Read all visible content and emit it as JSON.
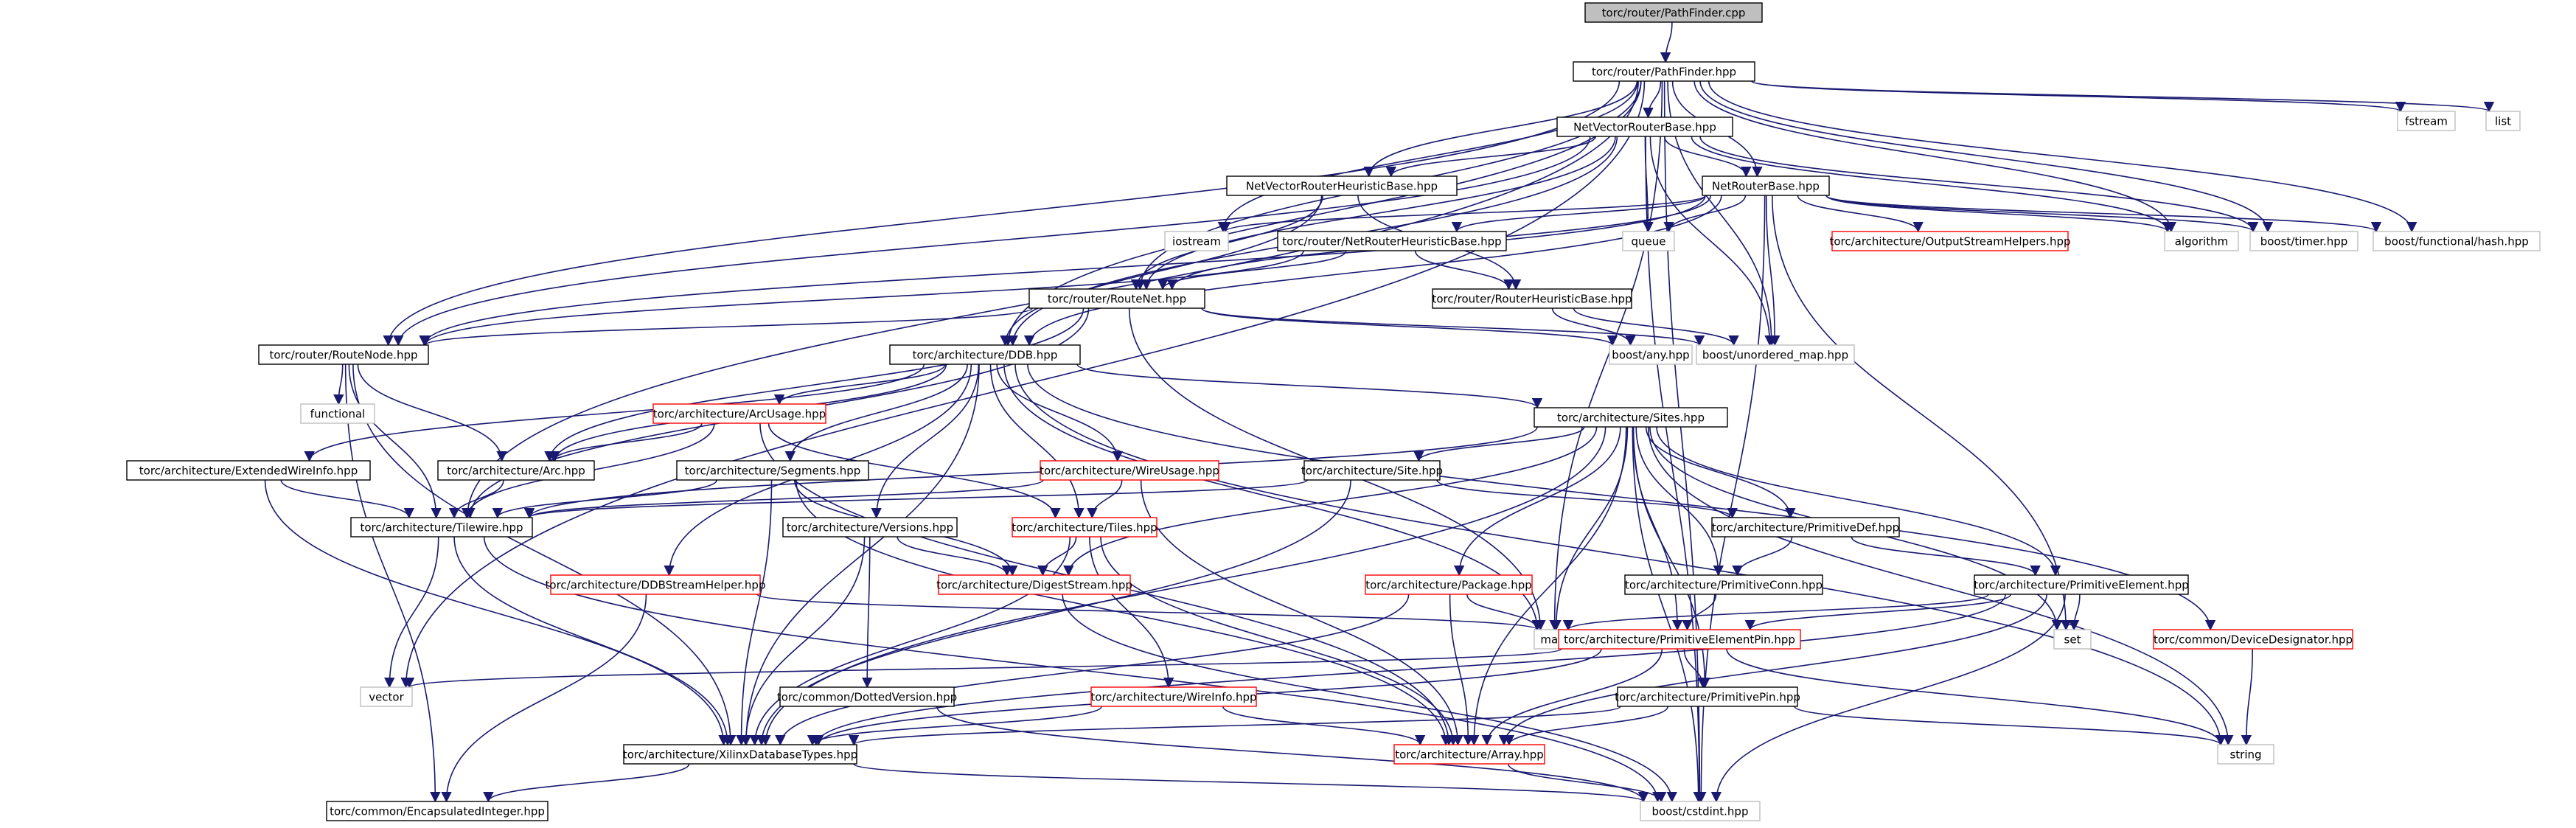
{
  "colors": {
    "edge": "#191970",
    "border_documented": "#000000",
    "border_undocumented": "#ff0000",
    "border_external": "#bfbfbf",
    "fill_root": "#bfbfbf",
    "fill_node": "#ffffff",
    "text": "#000000"
  },
  "nodes": [
    {
      "id": "root",
      "label": "torc/router/PathFinder.cpp",
      "kind": "root"
    },
    {
      "id": "pathfinder",
      "label": "torc/router/PathFinder.hpp",
      "kind": "doc"
    },
    {
      "id": "fstream",
      "label": "fstream",
      "kind": "ext"
    },
    {
      "id": "list",
      "label": "list",
      "kind": "ext"
    },
    {
      "id": "nvrb",
      "label": "NetVectorRouterBase.hpp",
      "kind": "doc"
    },
    {
      "id": "nvrhb",
      "label": "NetVectorRouterHeuristicBase.hpp",
      "kind": "doc"
    },
    {
      "id": "nrb",
      "label": "NetRouterBase.hpp",
      "kind": "doc"
    },
    {
      "id": "iostream",
      "label": "iostream",
      "kind": "ext"
    },
    {
      "id": "queue",
      "label": "queue",
      "kind": "ext"
    },
    {
      "id": "algorithm",
      "label": "algorithm",
      "kind": "ext"
    },
    {
      "id": "btimer",
      "label": "boost/timer.hpp",
      "kind": "ext"
    },
    {
      "id": "bhash",
      "label": "boost/functional/hash.hpp",
      "kind": "ext"
    },
    {
      "id": "osh",
      "label": "torc/architecture/OutputStreamHelpers.hpp",
      "kind": "undoc"
    },
    {
      "id": "nrhb",
      "label": "torc/router/NetRouterHeuristicBase.hpp",
      "kind": "doc"
    },
    {
      "id": "routenet",
      "label": "torc/router/RouteNet.hpp",
      "kind": "doc"
    },
    {
      "id": "rhb",
      "label": "torc/router/RouterHeuristicBase.hpp",
      "kind": "doc"
    },
    {
      "id": "bany",
      "label": "boost/any.hpp",
      "kind": "ext"
    },
    {
      "id": "bumap",
      "label": "boost/unordered_map.hpp",
      "kind": "ext"
    },
    {
      "id": "routenode",
      "label": "torc/router/RouteNode.hpp",
      "kind": "doc"
    },
    {
      "id": "ddb",
      "label": "torc/architecture/DDB.hpp",
      "kind": "doc"
    },
    {
      "id": "functional",
      "label": "functional",
      "kind": "ext"
    },
    {
      "id": "sites",
      "label": "torc/architecture/Sites.hpp",
      "kind": "doc"
    },
    {
      "id": "arcusage",
      "label": "torc/architecture/ArcUsage.hpp",
      "kind": "undoc"
    },
    {
      "id": "ewi",
      "label": "torc/architecture/ExtendedWireInfo.hpp",
      "kind": "doc"
    },
    {
      "id": "arc",
      "label": "torc/architecture/Arc.hpp",
      "kind": "doc"
    },
    {
      "id": "segments",
      "label": "torc/architecture/Segments.hpp",
      "kind": "doc"
    },
    {
      "id": "wireusage",
      "label": "torc/architecture/WireUsage.hpp",
      "kind": "undoc"
    },
    {
      "id": "site",
      "label": "torc/architecture/Site.hpp",
      "kind": "doc"
    },
    {
      "id": "tilewire",
      "label": "torc/architecture/Tilewire.hpp",
      "kind": "doc"
    },
    {
      "id": "versions",
      "label": "torc/architecture/Versions.hpp",
      "kind": "doc"
    },
    {
      "id": "tiles",
      "label": "torc/architecture/Tiles.hpp",
      "kind": "undoc"
    },
    {
      "id": "primdef",
      "label": "torc/architecture/PrimitiveDef.hpp",
      "kind": "doc"
    },
    {
      "id": "ddbsh",
      "label": "torc/architecture/DDBStreamHelper.hpp",
      "kind": "undoc"
    },
    {
      "id": "digest",
      "label": "torc/architecture/DigestStream.hpp",
      "kind": "undoc"
    },
    {
      "id": "package",
      "label": "torc/architecture/Package.hpp",
      "kind": "undoc"
    },
    {
      "id": "primconn",
      "label": "torc/architecture/PrimitiveConn.hpp",
      "kind": "doc"
    },
    {
      "id": "primelem",
      "label": "torc/architecture/PrimitiveElement.hpp",
      "kind": "doc"
    },
    {
      "id": "map",
      "label": "map",
      "kind": "ext"
    },
    {
      "id": "pep",
      "label": "torc/architecture/PrimitiveElementPin.hpp",
      "kind": "undoc"
    },
    {
      "id": "set",
      "label": "set",
      "kind": "ext"
    },
    {
      "id": "devdes",
      "label": "torc/common/DeviceDesignator.hpp",
      "kind": "undoc"
    },
    {
      "id": "vector",
      "label": "vector",
      "kind": "ext"
    },
    {
      "id": "dotted",
      "label": "torc/common/DottedVersion.hpp",
      "kind": "doc"
    },
    {
      "id": "wireinfo",
      "label": "torc/architecture/WireInfo.hpp",
      "kind": "undoc"
    },
    {
      "id": "primpin",
      "label": "torc/architecture/PrimitivePin.hpp",
      "kind": "doc"
    },
    {
      "id": "xdbt",
      "label": "torc/architecture/XilinxDatabaseTypes.hpp",
      "kind": "doc"
    },
    {
      "id": "array",
      "label": "torc/architecture/Array.hpp",
      "kind": "undoc"
    },
    {
      "id": "string",
      "label": "string",
      "kind": "ext"
    },
    {
      "id": "encint",
      "label": "torc/common/EncapsulatedInteger.hpp",
      "kind": "doc"
    },
    {
      "id": "cstdint",
      "label": "boost/cstdint.hpp",
      "kind": "ext"
    }
  ],
  "edges": [
    [
      "root",
      "pathfinder"
    ],
    [
      "pathfinder",
      "nvrb"
    ],
    [
      "pathfinder",
      "nvrhb"
    ],
    [
      "pathfinder",
      "nrb"
    ],
    [
      "pathfinder",
      "fstream"
    ],
    [
      "pathfinder",
      "list"
    ],
    [
      "pathfinder",
      "iostream"
    ],
    [
      "pathfinder",
      "algorithm"
    ],
    [
      "pathfinder",
      "btimer"
    ],
    [
      "pathfinder",
      "bhash"
    ],
    [
      "pathfinder",
      "routenet"
    ],
    [
      "pathfinder",
      "routenode"
    ],
    [
      "pathfinder",
      "ddb"
    ],
    [
      "pathfinder",
      "tilewire"
    ],
    [
      "pathfinder",
      "vector"
    ],
    [
      "pathfinder",
      "map"
    ],
    [
      "pathfinder",
      "cstdint"
    ],
    [
      "pathfinder",
      "bumap"
    ],
    [
      "nvrb",
      "nrb"
    ],
    [
      "nvrb",
      "nvrhb"
    ],
    [
      "nvrb",
      "queue"
    ],
    [
      "nvrb",
      "algorithm"
    ],
    [
      "nvrb",
      "btimer"
    ],
    [
      "nvrb",
      "bumap"
    ],
    [
      "nvrb",
      "routenet"
    ],
    [
      "nvrb",
      "routenode"
    ],
    [
      "nvrb",
      "ddb"
    ],
    [
      "nvrb",
      "cstdint"
    ],
    [
      "nvrhb",
      "routenet"
    ],
    [
      "nvrhb",
      "rhb"
    ],
    [
      "nvrhb",
      "ddb"
    ],
    [
      "nrb",
      "iostream"
    ],
    [
      "nrb",
      "queue"
    ],
    [
      "nrb",
      "algorithm"
    ],
    [
      "nrb",
      "btimer"
    ],
    [
      "nrb",
      "bhash"
    ],
    [
      "nrb",
      "osh"
    ],
    [
      "nrb",
      "nrhb"
    ],
    [
      "nrb",
      "routenet"
    ],
    [
      "nrb",
      "routenode"
    ],
    [
      "nrb",
      "bumap"
    ],
    [
      "nrb",
      "ddb"
    ],
    [
      "nrb",
      "set"
    ],
    [
      "nrb",
      "cstdint"
    ],
    [
      "nrhb",
      "routenet"
    ],
    [
      "nrhb",
      "rhb"
    ],
    [
      "nrhb",
      "routenode"
    ],
    [
      "rhb",
      "bany"
    ],
    [
      "rhb",
      "bumap"
    ],
    [
      "routenet",
      "bany"
    ],
    [
      "routenet",
      "bumap"
    ],
    [
      "routenet",
      "routenode"
    ],
    [
      "routenet",
      "tilewire"
    ],
    [
      "routenet",
      "arc"
    ],
    [
      "routenet",
      "map"
    ],
    [
      "routenode",
      "functional"
    ],
    [
      "routenode",
      "arc"
    ],
    [
      "routenode",
      "tilewire"
    ],
    [
      "routenode",
      "xdbt"
    ],
    [
      "routenode",
      "encint"
    ],
    [
      "ddb",
      "sites"
    ],
    [
      "ddb",
      "arcusage"
    ],
    [
      "ddb",
      "ewi"
    ],
    [
      "ddb",
      "arc"
    ],
    [
      "ddb",
      "segments"
    ],
    [
      "ddb",
      "wireusage"
    ],
    [
      "ddb",
      "tiles"
    ],
    [
      "ddb",
      "versions"
    ],
    [
      "ddb",
      "ddbsh"
    ],
    [
      "ddb",
      "map"
    ],
    [
      "ddb",
      "devdes"
    ],
    [
      "ddb",
      "string"
    ],
    [
      "ddb",
      "xdbt"
    ],
    [
      "sites",
      "site"
    ],
    [
      "sites",
      "primdef"
    ],
    [
      "sites",
      "primconn"
    ],
    [
      "sites",
      "primelem"
    ],
    [
      "sites",
      "pep"
    ],
    [
      "sites",
      "primpin"
    ],
    [
      "sites",
      "package"
    ],
    [
      "sites",
      "digest"
    ],
    [
      "sites",
      "tilewire"
    ],
    [
      "sites",
      "map"
    ],
    [
      "sites",
      "set"
    ],
    [
      "sites",
      "array"
    ],
    [
      "sites",
      "xdbt"
    ],
    [
      "sites",
      "cstdint"
    ],
    [
      "sites",
      "string"
    ],
    [
      "arcusage",
      "arc"
    ],
    [
      "arcusage",
      "tilewire"
    ],
    [
      "arcusage",
      "tiles"
    ],
    [
      "arcusage",
      "array"
    ],
    [
      "ewi",
      "tilewire"
    ],
    [
      "ewi",
      "xdbt"
    ],
    [
      "arc",
      "tilewire"
    ],
    [
      "segments",
      "tilewire"
    ],
    [
      "segments",
      "digest"
    ],
    [
      "segments",
      "xdbt"
    ],
    [
      "segments",
      "array"
    ],
    [
      "wireusage",
      "tiles"
    ],
    [
      "wireusage",
      "tilewire"
    ],
    [
      "wireusage",
      "array"
    ],
    [
      "site",
      "tilewire"
    ],
    [
      "site",
      "primdef"
    ],
    [
      "site",
      "xdbt"
    ],
    [
      "tilewire",
      "vector"
    ],
    [
      "tilewire",
      "xdbt"
    ],
    [
      "tilewire",
      "cstdint"
    ],
    [
      "versions",
      "digest"
    ],
    [
      "versions",
      "dotted"
    ],
    [
      "versions",
      "xdbt"
    ],
    [
      "tiles",
      "digest"
    ],
    [
      "tiles",
      "wireinfo"
    ],
    [
      "tiles",
      "xdbt"
    ],
    [
      "tiles",
      "array"
    ],
    [
      "primdef",
      "primconn"
    ],
    [
      "primdef",
      "primelem"
    ],
    [
      "ddbsh",
      "encint"
    ],
    [
      "ddbsh",
      "map"
    ],
    [
      "digest",
      "cstdint"
    ],
    [
      "package",
      "map"
    ],
    [
      "package",
      "xdbt"
    ],
    [
      "package",
      "array"
    ],
    [
      "primconn",
      "pep"
    ],
    [
      "primelem",
      "pep"
    ],
    [
      "primelem",
      "map"
    ],
    [
      "primelem",
      "set"
    ],
    [
      "primelem",
      "array"
    ],
    [
      "primelem",
      "xdbt"
    ],
    [
      "primelem",
      "cstdint"
    ],
    [
      "pep",
      "primpin"
    ],
    [
      "pep",
      "array"
    ],
    [
      "pep",
      "string"
    ],
    [
      "pep",
      "vector"
    ],
    [
      "pep",
      "xdbt"
    ],
    [
      "dotted",
      "cstdint"
    ],
    [
      "wireinfo",
      "array"
    ],
    [
      "wireinfo",
      "xdbt"
    ],
    [
      "primpin",
      "xdbt"
    ],
    [
      "primpin",
      "string"
    ],
    [
      "primpin",
      "array"
    ],
    [
      "xdbt",
      "encint"
    ],
    [
      "xdbt",
      "cstdint"
    ],
    [
      "array",
      "cstdint"
    ],
    [
      "devdes",
      "string"
    ]
  ]
}
